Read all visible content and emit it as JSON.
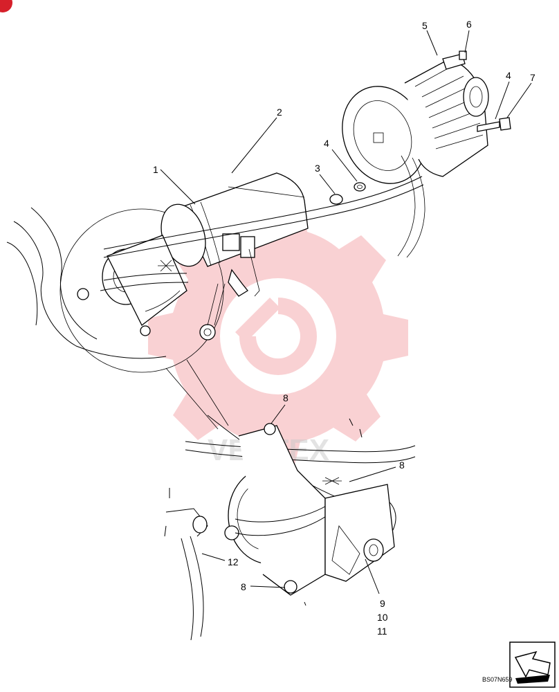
{
  "diagram": {
    "callouts": [
      {
        "id": "c1",
        "text": "1"
      },
      {
        "id": "c2",
        "text": "2"
      },
      {
        "id": "c3",
        "text": "3"
      },
      {
        "id": "c4a",
        "text": "4"
      },
      {
        "id": "c4b",
        "text": "4"
      },
      {
        "id": "c5",
        "text": "5"
      },
      {
        "id": "c6",
        "text": "6"
      },
      {
        "id": "c7",
        "text": "7"
      },
      {
        "id": "c8a",
        "text": "8"
      },
      {
        "id": "c8b",
        "text": "8"
      },
      {
        "id": "c8c",
        "text": "8"
      },
      {
        "id": "c9",
        "text": "9"
      },
      {
        "id": "c10",
        "text": "10"
      },
      {
        "id": "c11",
        "text": "11"
      },
      {
        "id": "c12",
        "text": "12"
      }
    ],
    "drawing_code": "BS07N659",
    "watermark_text": "VENTEX",
    "colors": {
      "watermark": "#e8343c",
      "line": "#000000",
      "corner_badge": "#d6202a"
    }
  }
}
